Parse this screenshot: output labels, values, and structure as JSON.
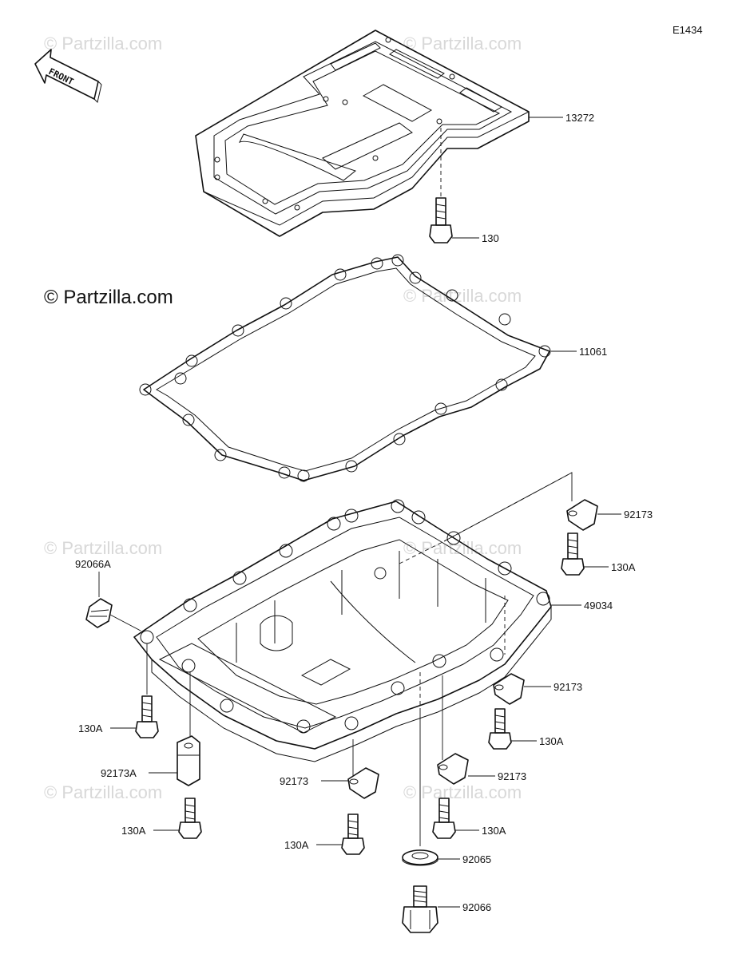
{
  "diagram_code": "E1434",
  "front_label": "FRONT",
  "copyright_main": "© Partzilla.com",
  "watermark_text": "© Partzilla.com",
  "parts": {
    "p13272": "13272",
    "p130": "130",
    "p11061": "11061",
    "p92173_a": "92173",
    "p130A_a": "130A",
    "p49034": "49034",
    "p92066A": "92066A",
    "p92173_b": "92173",
    "p130A_b": "130A",
    "p130A_c": "130A",
    "p92173A": "92173A",
    "p130A_d": "130A",
    "p92173_c": "92173",
    "p92173_d": "92173",
    "p130A_e": "130A",
    "p130A_f": "130A",
    "p92065": "92065",
    "p92066": "92066"
  },
  "colors": {
    "line": "#111111",
    "watermark": "#d8d8d8",
    "background": "#ffffff"
  }
}
